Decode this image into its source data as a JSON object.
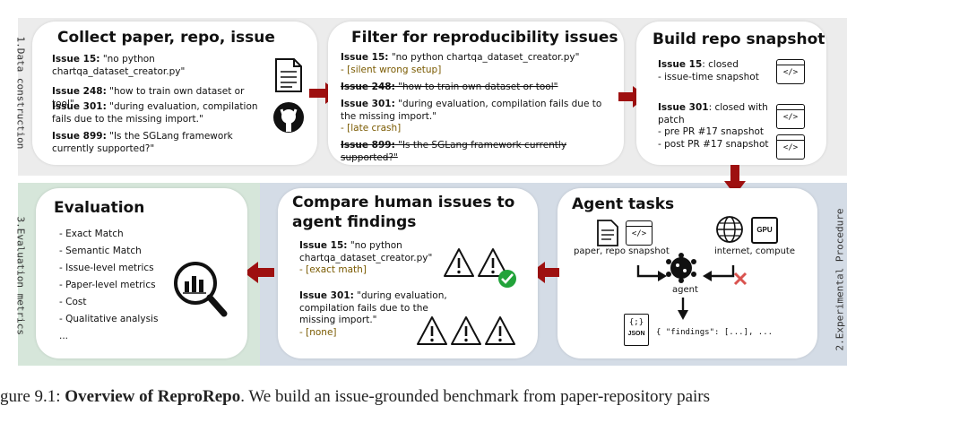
{
  "sections": {
    "construction_label": "1.Data construction",
    "procedure_label": "2.Experimental Procedure",
    "metrics_label": "3.Evaluation metrics"
  },
  "collect": {
    "title": "Collect paper, repo, issue",
    "items": [
      {
        "issue": "Issue 15:",
        "text": " \"no python chartqa_dataset_creator.py\""
      },
      {
        "issue": "Issue 248:",
        "text": " \"how to train own dataset or tool\""
      },
      {
        "issue": "Issue 301:",
        "text": " \"during evaluation, compilation fails due to the missing import.\""
      },
      {
        "issue": "Issue 899:",
        "text": " \"Is the SGLang framework currently supported?\""
      }
    ]
  },
  "filter": {
    "title": "Filter for reproducibility issues",
    "i1_issue": "Issue 15:",
    "i1_text": " \"no python chartqa_dataset_creator.py\"",
    "i1_tag": "- [silent wrong setup]",
    "i2_issue": "Issue 248:",
    "i2_text": " \"how to train own dataset or tool\"",
    "i3_issue": "Issue 301:",
    "i3_text": " \"during evaluation, compilation fails due to the missing import.\"",
    "i3_tag": "- [late crash]",
    "i4_issue": "Issue 899:",
    "i4_text": " \"Is the SGLang framework currently supported?\""
  },
  "snapshot": {
    "title": "Build repo snapshot",
    "i1_issue": "Issue 15",
    "i1_text": ": closed",
    "i1_sub": "- issue-time snapshot",
    "i2_issue": "Issue 301",
    "i2_text": ": closed with patch",
    "i2_sub1": "- pre PR #17 snapshot",
    "i2_sub2": "- post PR #17 snapshot",
    "code_glyph": "</>"
  },
  "agent": {
    "title": "Agent tasks",
    "left_label": "paper, repo snapshot",
    "right_label": "internet, compute",
    "center_label": "agent",
    "gpu_label": "GPU",
    "json_label": "JSON",
    "json_glyph": "{;}",
    "output_text": "{ \"findings\": [...], ..."
  },
  "compare": {
    "title_line1": "Compare human issues to",
    "title_line2": "agent findings",
    "i1_issue": "Issue 15:",
    "i1_text": " \"no python chartqa_dataset_creator.py\"",
    "i1_tag": "- [exact math]",
    "i2_issue": "Issue 301:",
    "i2_text": " \"during evaluation, compilation fails due to the missing import.\"",
    "i2_tag": "- [none]"
  },
  "evaluation": {
    "title": "Evaluation",
    "metrics": [
      "- Exact Match",
      "- Semantic Match",
      "- Issue-level metrics",
      "- Paper-level metrics",
      "- Cost",
      "- Qualitative analysis",
      "..."
    ]
  },
  "caption": {
    "prefix": "gure 9.1: ",
    "bold": "Overview of ReproRepo",
    "rest": ". We build an issue-grounded benchmark from paper-repository pairs"
  },
  "colors": {
    "band_top": "#ececec",
    "band_mid": "#d4dce6",
    "band_left": "#d6e6da",
    "arrow": "#9e1010",
    "check": "#22a33a",
    "tag": "#7a5a00"
  }
}
